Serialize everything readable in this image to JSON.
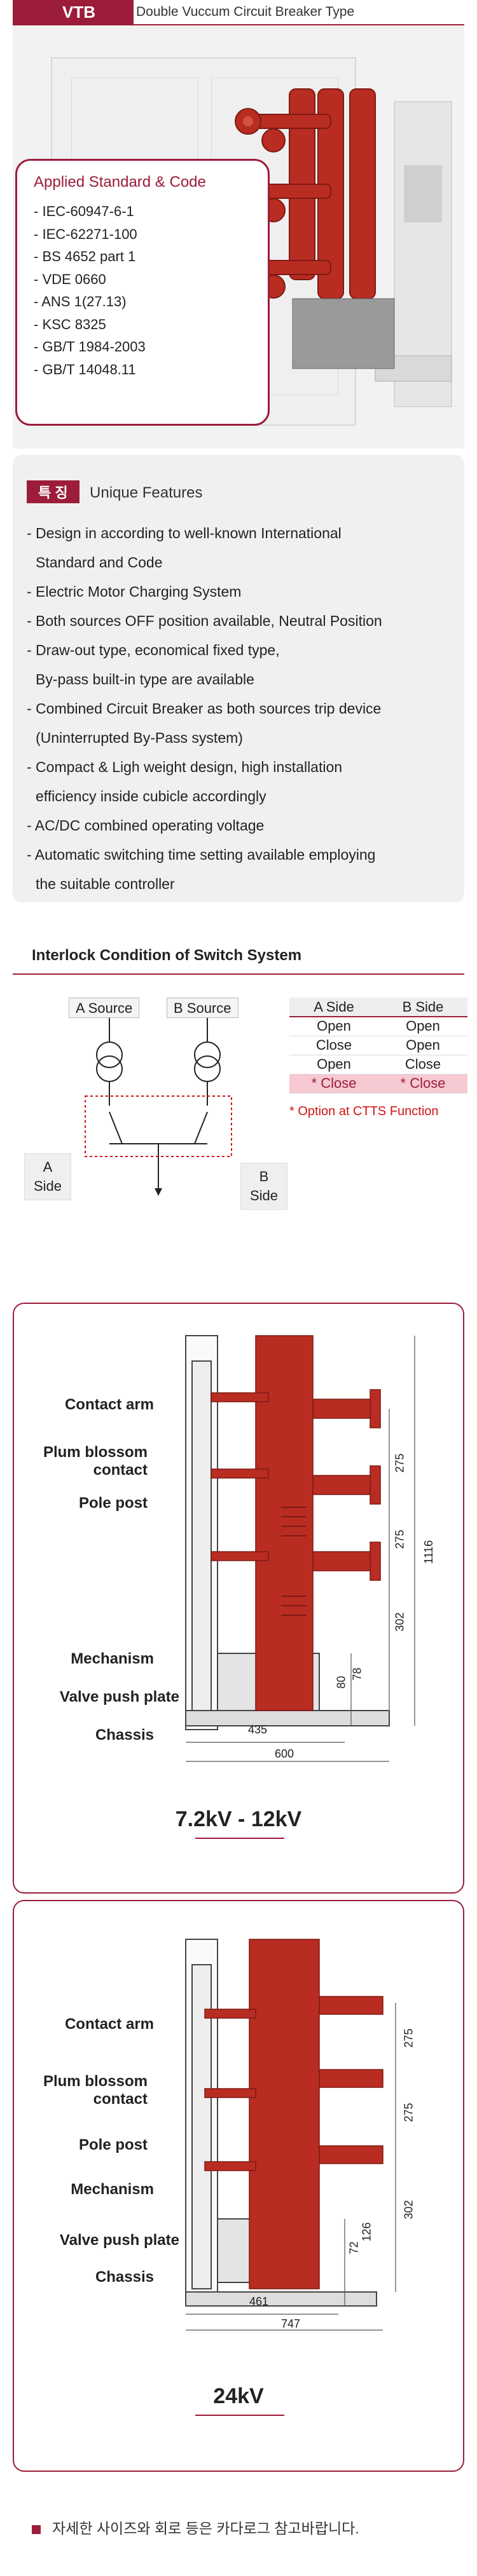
{
  "header": {
    "brand": "VTB",
    "subtitle": "Double Vuccum Circuit Breaker Type"
  },
  "standards": {
    "title": "Applied Standard & Code",
    "items": [
      "IEC-60947-6-1",
      "IEC-62271-100",
      "BS 4652 part 1",
      "VDE 0660",
      "ANS 1(27.13)",
      "KSC 8325",
      "GB/T 1984-2003",
      "GB/T 14048.11"
    ]
  },
  "features": {
    "tag": "특 징",
    "title": "Unique Features",
    "items": [
      {
        "text": "- Design in according to well-known International",
        "cont": "Standard and Code"
      },
      {
        "text": "- Electric Motor Charging System",
        "cont": ""
      },
      {
        "text": "- Both sources OFF position available, Neutral Position",
        "cont": ""
      },
      {
        "text": "- Draw-out type, economical fixed type,",
        "cont": "By-pass built-in type are available"
      },
      {
        "text": "- Combined Circuit Breaker as both sources trip device",
        "cont": "(Uninterrupted By-Pass system)"
      },
      {
        "text": "- Compact & Ligh weight design, high installation",
        "cont": "efficiency inside cubicle accordingly"
      },
      {
        "text": "- AC/DC combined operating voltage",
        "cont": ""
      },
      {
        "text": "- Automatic switching time setting available employing",
        "cont": "the suitable controller"
      }
    ]
  },
  "interlock": {
    "title": "Interlock Condition of Switch System",
    "source_a": "A Source",
    "source_b": "B Source",
    "side_a": [
      "A",
      "Side"
    ],
    "side_b": [
      "B",
      "Side"
    ],
    "table_headers": [
      "A Side",
      "B Side"
    ],
    "rows": [
      [
        "Open",
        "Open"
      ],
      [
        "Close",
        "Open"
      ],
      [
        "Open",
        "Close"
      ],
      [
        "* Close",
        "* Close"
      ]
    ],
    "option_note": "* Option at CTTS Function"
  },
  "diagram1": {
    "labels": [
      "Contact arm",
      "Plum blossom",
      "contact",
      "Pole post",
      "Mechanism",
      "Valve push plate",
      "Chassis"
    ],
    "dims": [
      "275",
      "275",
      "302",
      "1116",
      "80",
      "78",
      "435",
      "600"
    ],
    "voltage": "7.2kV - 12kV"
  },
  "diagram2": {
    "labels": [
      "Contact arm",
      "Plum blossom",
      "contact",
      "Pole post",
      "Mechanism",
      "Valve push plate",
      "Chassis"
    ],
    "dims": [
      "275",
      "275",
      "302",
      "72",
      "126",
      "461",
      "747"
    ],
    "voltage": "24kV"
  },
  "footer_note": "자세한 사이즈와 회로 등은 카다로그 참고바랍니다.",
  "colors": {
    "accent": "#9b1d3a",
    "breaker_red": "#b92c22",
    "highlight": "#f6c9d3"
  }
}
